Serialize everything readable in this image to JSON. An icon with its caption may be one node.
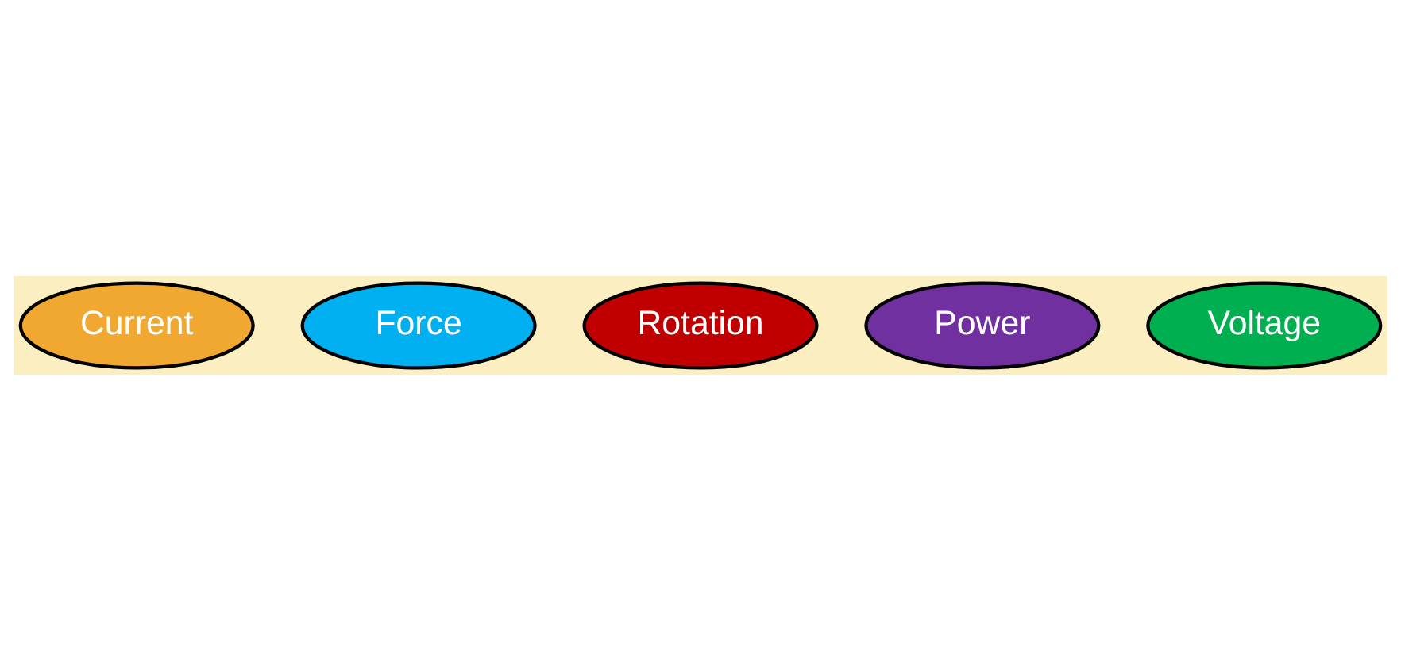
{
  "diagram": {
    "nodes": [
      {
        "text": [
          "Current"
        ]
      },
      {
        "text": [
          "Force"
        ]
      },
      {
        "text": [
          "Rotation"
        ]
      },
      {
        "text": [
          "Power"
        ]
      },
      {
        "text": [
          "Voltage"
        ]
      }
    ]
  }
}
